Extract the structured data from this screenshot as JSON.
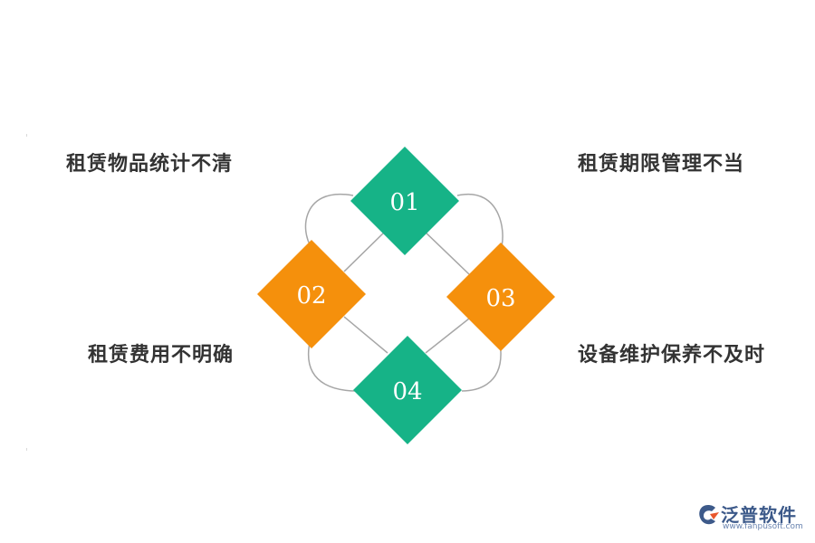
{
  "items": [
    {
      "number": "01",
      "label": "租赁物品统计不清",
      "color": "#16b387"
    },
    {
      "number": "02",
      "label": "租赁费用不明确",
      "color": "#f5900c"
    },
    {
      "number": "03",
      "label": "租赁期限管理不当",
      "color": "#f5900c"
    },
    {
      "number": "04",
      "label": "设备维护保养不及时",
      "color": "#16b387"
    }
  ],
  "logo": {
    "name": "泛普软件",
    "url": "www.fanpusoft.com",
    "color": "#3d5a8a"
  },
  "connector_color": "#a6a6a6"
}
